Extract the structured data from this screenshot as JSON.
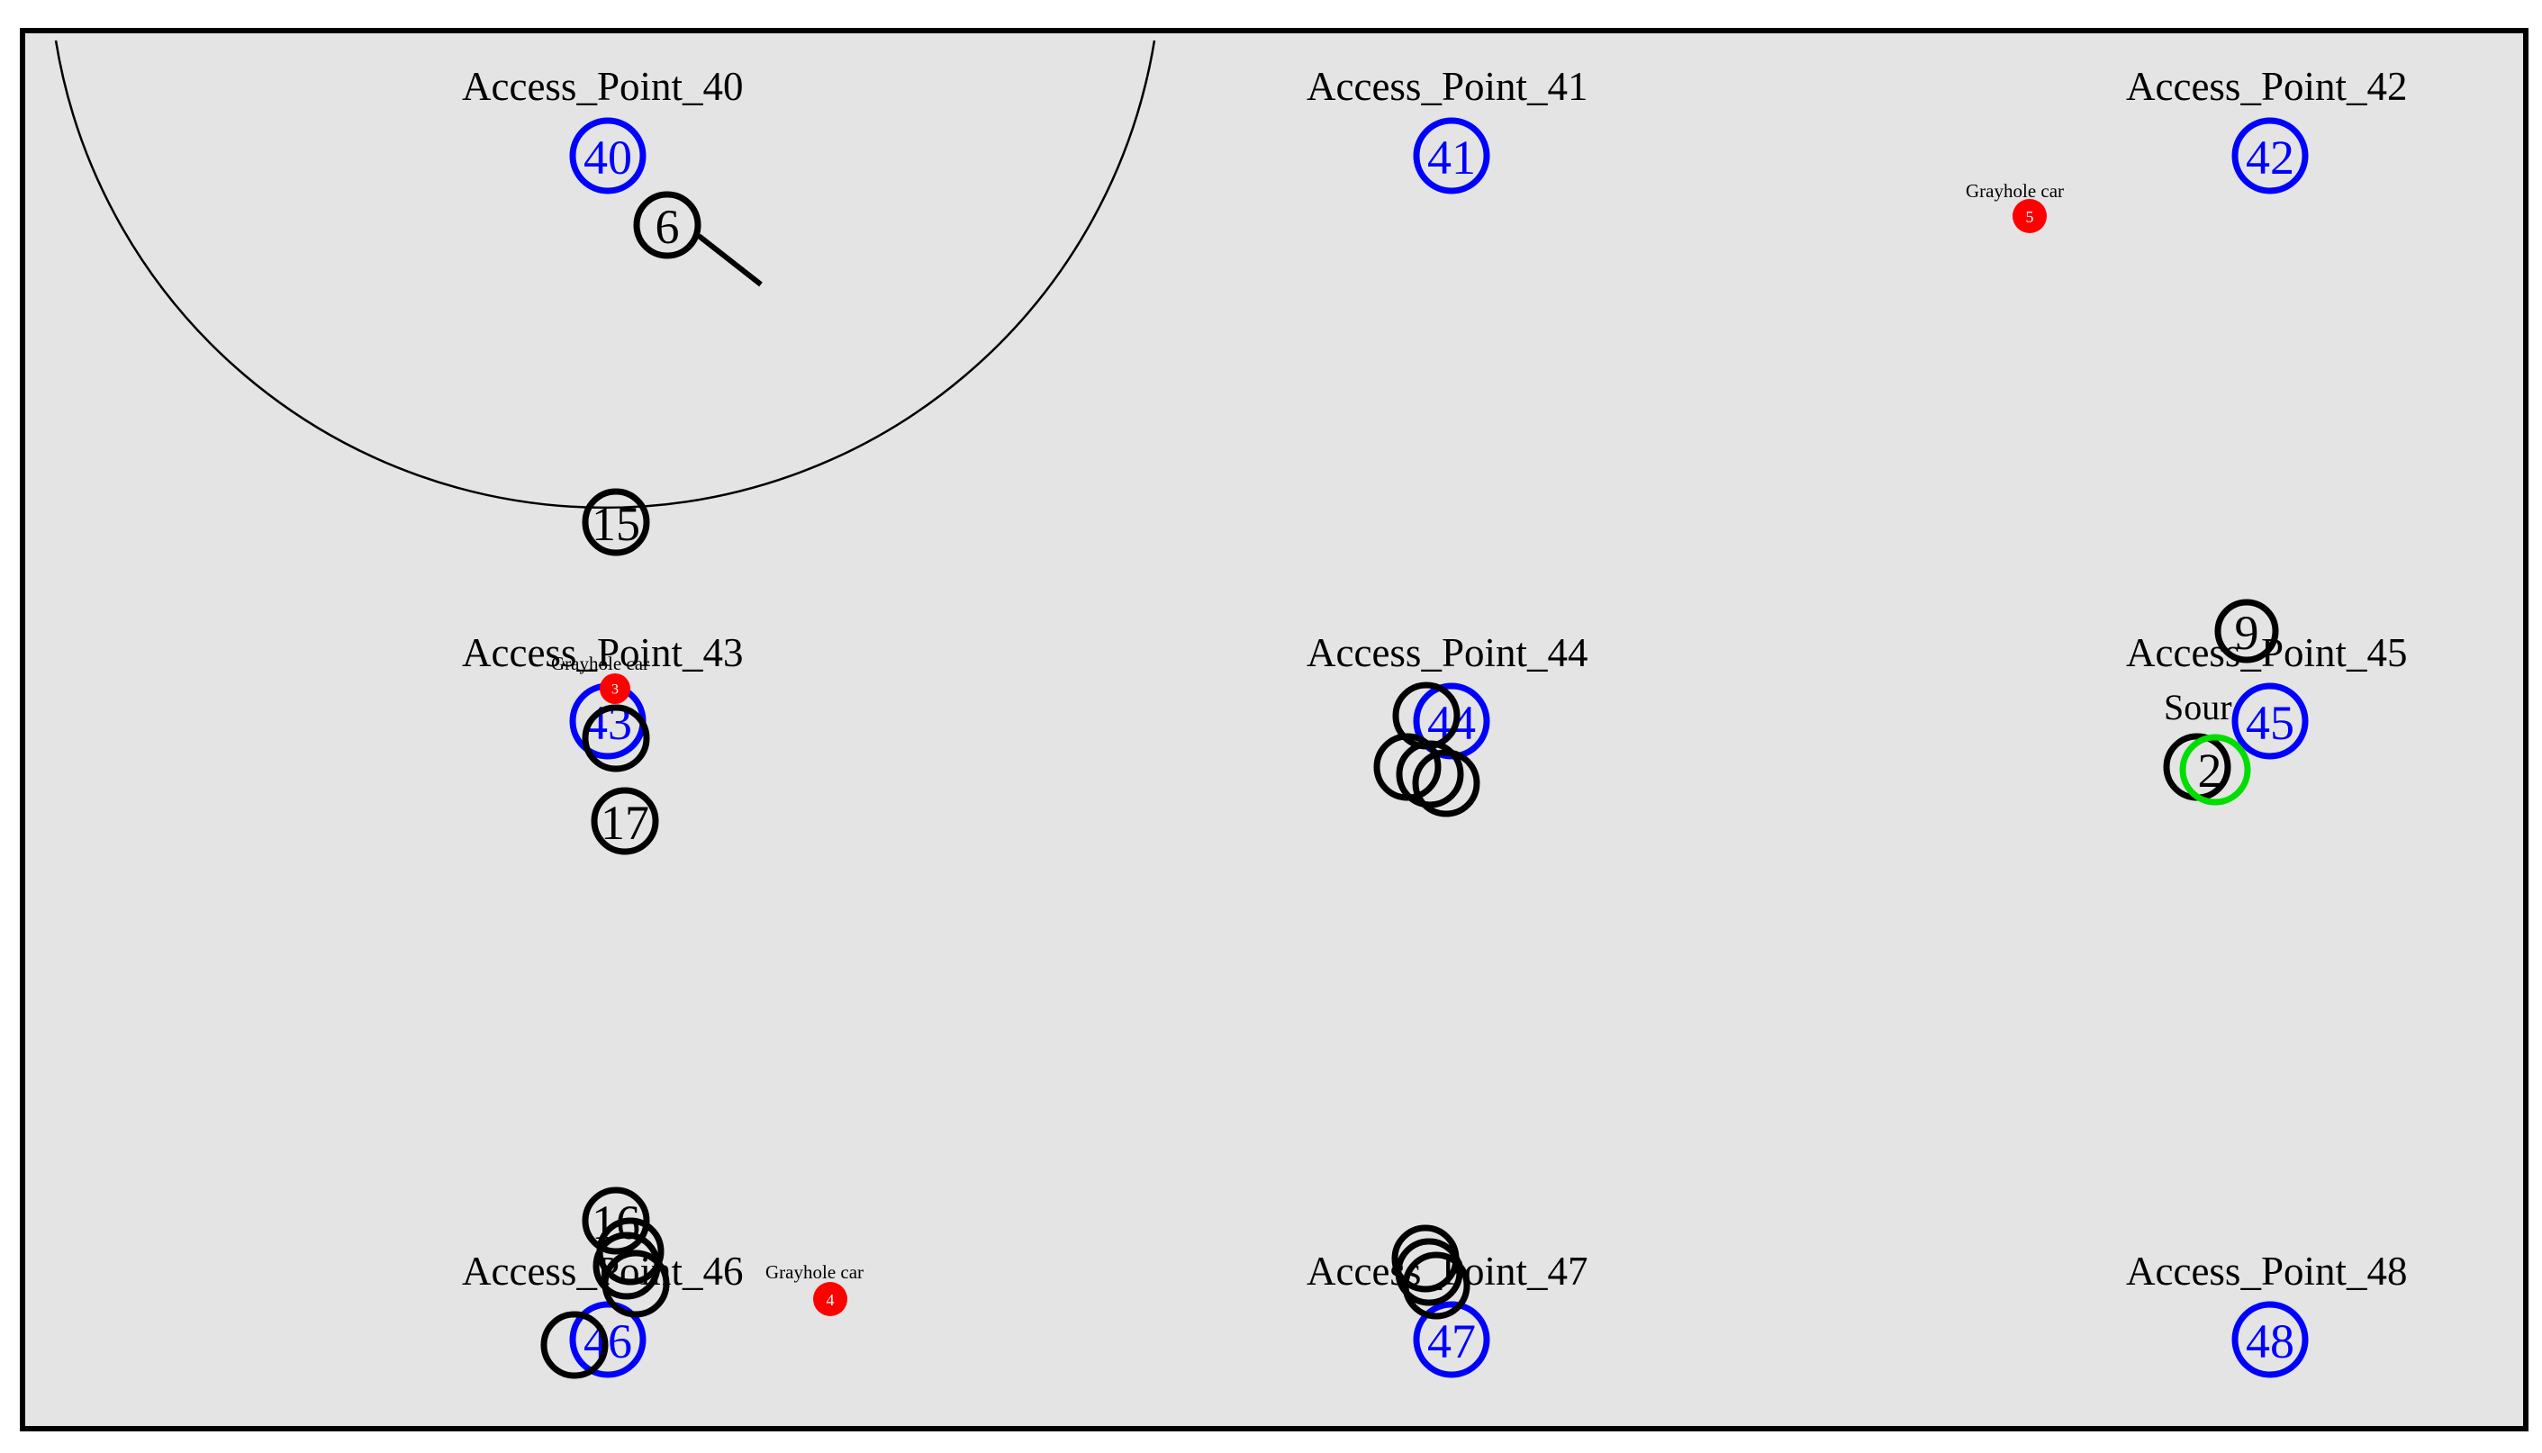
{
  "colors": {
    "background": "#e4e4e4",
    "frame": "#000000",
    "access_point": "#0000ff",
    "vehicle": "#000000",
    "grayhole": "#ff0000",
    "source": "#00dd00",
    "range": "#000000"
  },
  "access_points": [
    {
      "id": "ap40",
      "label": "Access_Point_40",
      "number": "40"
    },
    {
      "id": "ap41",
      "label": "Access_Point_41",
      "number": "41"
    },
    {
      "id": "ap42",
      "label": "Access_Point_42",
      "number": "42"
    },
    {
      "id": "ap43",
      "label": "Access_Point_43",
      "number": "43"
    },
    {
      "id": "ap44",
      "label": "Access_Point_44",
      "number": "44"
    },
    {
      "id": "ap45",
      "label": "Access_Point_45",
      "number": "45"
    },
    {
      "id": "ap46",
      "label": "Access_Point_46",
      "number": "46"
    },
    {
      "id": "ap47",
      "label": "Access_Point_47",
      "number": "47"
    },
    {
      "id": "ap48",
      "label": "Access_Point_48",
      "number": "48"
    }
  ],
  "vehicles": [
    {
      "id": "n6",
      "number": "6"
    },
    {
      "id": "n15",
      "number": "15"
    },
    {
      "id": "n17",
      "number": "17"
    },
    {
      "id": "n9",
      "number": "9"
    },
    {
      "id": "n16",
      "number": "16"
    },
    {
      "id": "n2",
      "number": "2"
    }
  ],
  "grayhole_cars": [
    {
      "id": "gh-a",
      "label": "Grayhole car",
      "number": "5"
    },
    {
      "id": "gh-b",
      "label": "Grayhole car",
      "number": "3"
    },
    {
      "id": "gh-c",
      "label": "Grayhole car",
      "number": "4"
    }
  ],
  "source": {
    "label": "Sour",
    "number": "2"
  }
}
